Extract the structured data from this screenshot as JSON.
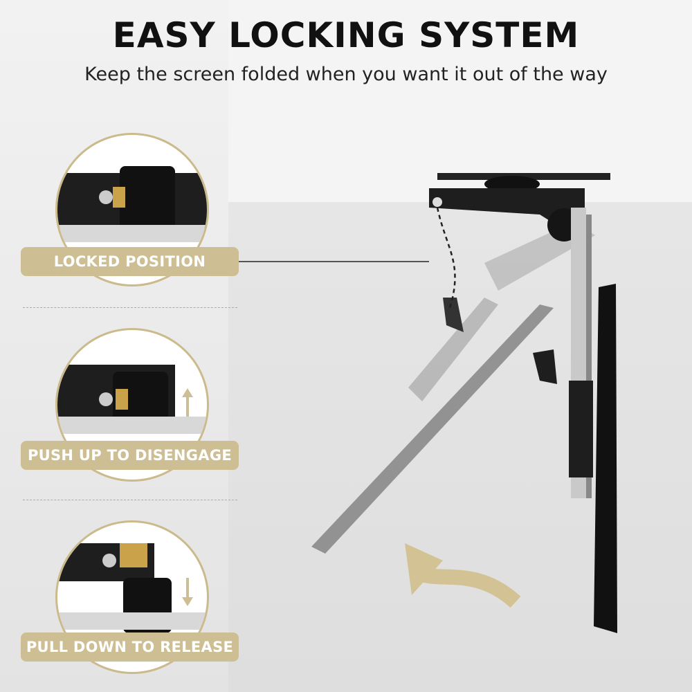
{
  "header": {
    "title": "EASY LOCKING SYSTEM",
    "subtitle": "Keep the screen folded when you want it out of the way"
  },
  "steps": [
    {
      "label": "LOCKED POSITION",
      "arrow": "none"
    },
    {
      "label": "PUSH UP TO DISENGAGE",
      "arrow": "up-arrow"
    },
    {
      "label": "PULL DOWN TO RELEASE",
      "arrow": "down-arrow"
    }
  ],
  "colors": {
    "accent": "#cdbf93",
    "text": "#111111",
    "mount": "#1c1c1c",
    "rail": "#c8c8c8"
  }
}
